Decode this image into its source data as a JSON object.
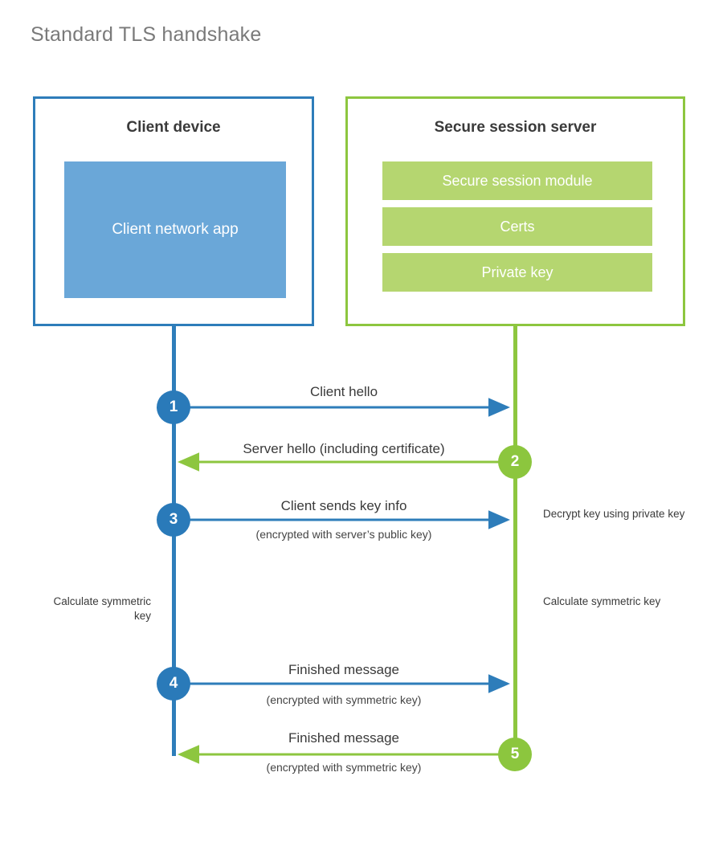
{
  "diagram": {
    "title": "Standard TLS handshake",
    "colors": {
      "client_border": "#2e7dba",
      "client_fill": "#6aa7d8",
      "client_accent": "#2a7ab9",
      "server_border": "#8dc63f",
      "server_fill": "#b5d670",
      "server_accent": "#8cc63e",
      "text": "#3a3a3a",
      "title_text": "#7a7a7a",
      "background": "#ffffff"
    }
  },
  "client": {
    "title": "Client device",
    "app_label": "Client network app"
  },
  "server": {
    "title": "Secure session server",
    "modules": [
      {
        "label": "Secure session module"
      },
      {
        "label": "Certs"
      },
      {
        "label": "Private key"
      }
    ]
  },
  "steps": [
    {
      "number": "1",
      "direction": "client-to-server",
      "color": "blue",
      "label": "Client hello",
      "sub_label": ""
    },
    {
      "number": "2",
      "direction": "server-to-client",
      "color": "green",
      "label": "Server hello (including certificate)",
      "sub_label": ""
    },
    {
      "number": "3",
      "direction": "client-to-server",
      "color": "blue",
      "label": "Client sends key info",
      "sub_label": "(encrypted with server’s public key)"
    },
    {
      "number": "4",
      "direction": "client-to-server",
      "color": "blue",
      "label": "Finished message",
      "sub_label": "(encrypted with symmetric key)"
    },
    {
      "number": "5",
      "direction": "server-to-client",
      "color": "green",
      "label": "Finished message",
      "sub_label": "(encrypted with symmetric key)"
    }
  ],
  "annotations": {
    "server_decrypt": "Decrypt key using private key",
    "client_calculate": "Calculate symmetric key",
    "server_calculate": "Calculate symmetric key"
  }
}
